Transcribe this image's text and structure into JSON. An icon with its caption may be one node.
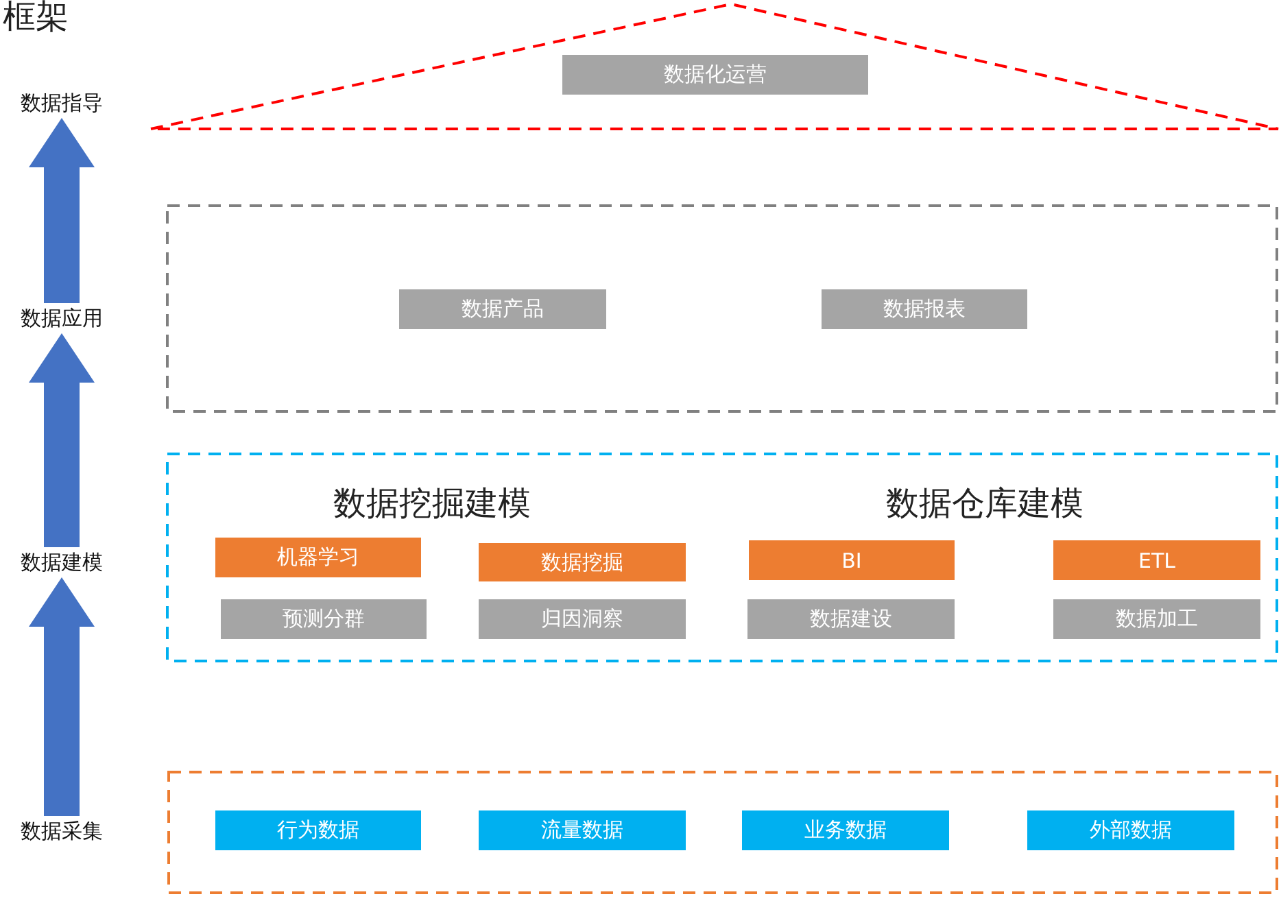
{
  "diagram": {
    "title": "框架",
    "nodes": [
      {
        "text": [
          "数据指导"
        ]
      },
      {
        "text": [],
        "shape": "triangle"
      },
      {
        "text": [
          "数据化运营"
        ],
        "in": 1
      },
      {
        "text": [
          "数据应用"
        ]
      },
      {
        "text": [],
        "shape": "box"
      },
      {
        "text": [
          "数据产品"
        ],
        "in": 4
      },
      {
        "text": [
          "数据报表"
        ],
        "in": 4
      },
      {
        "text": [
          "数据建模"
        ]
      },
      {
        "text": [],
        "shape": "box"
      },
      {
        "text": [
          "机器学习"
        ],
        "in": 8
      },
      {
        "text": [
          "数据挖掘"
        ],
        "in": 8
      },
      {
        "text": [
          "BI"
        ],
        "in": 8
      },
      {
        "text": [
          "ETL"
        ],
        "in": 8
      },
      {
        "text": [
          "预测分群"
        ],
        "in": 8
      },
      {
        "text": [
          "归因洞察"
        ],
        "in": 8
      },
      {
        "text": [
          "数据建设"
        ],
        "in": 8
      },
      {
        "text": [
          "数据加工"
        ],
        "in": 8
      },
      {
        "text": [
          "数据采集"
        ]
      },
      {
        "text": [],
        "shape": "box"
      },
      {
        "text": [
          "行为数据"
        ],
        "in": 18
      },
      {
        "text": [
          "流量数据"
        ],
        "in": 18
      },
      {
        "text": [
          "业务数据"
        ],
        "in": 18
      },
      {
        "text": [
          "外部数据"
        ],
        "in": 18
      }
    ],
    "edges": [
      {
        "from": 3,
        "to": 0,
        "arrow": "to"
      },
      {
        "from": 7,
        "to": 3,
        "arrow": "to"
      },
      {
        "from": 17,
        "to": 7,
        "arrow": "to"
      }
    ],
    "labels": [
      "数据挖掘建模",
      "数据仓库建模"
    ]
  }
}
